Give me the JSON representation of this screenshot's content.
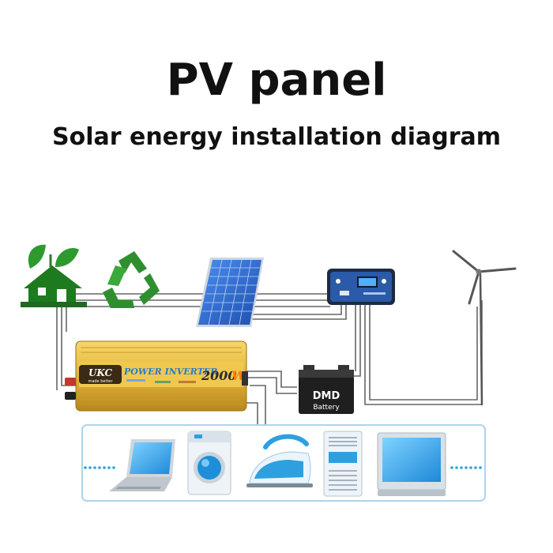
{
  "title": "PV panel",
  "subtitle": "Solar energy installation diagram",
  "inverter": {
    "brand": "UKC",
    "brand_tagline": "made better",
    "label": "POWER INVERTER",
    "power": "2000",
    "power_unit": "W"
  },
  "battery": {
    "brand": "DMD",
    "label": "Battery"
  },
  "icons": [
    "eco-house-icon",
    "recycle-icon",
    "solar-panel-icon",
    "charge-controller-icon",
    "wind-turbine-icon",
    "power-inverter-icon",
    "battery-icon",
    "laptop-icon",
    "washing-machine-icon",
    "iron-icon",
    "air-conditioner-icon",
    "monitor-icon"
  ],
  "colors": {
    "green": "#2e8b2e",
    "panel_blue": "#2f6fd6",
    "inverter_gold": "#e2b53a",
    "appliance_blue": "#29a6e6",
    "wire": "#555555"
  }
}
